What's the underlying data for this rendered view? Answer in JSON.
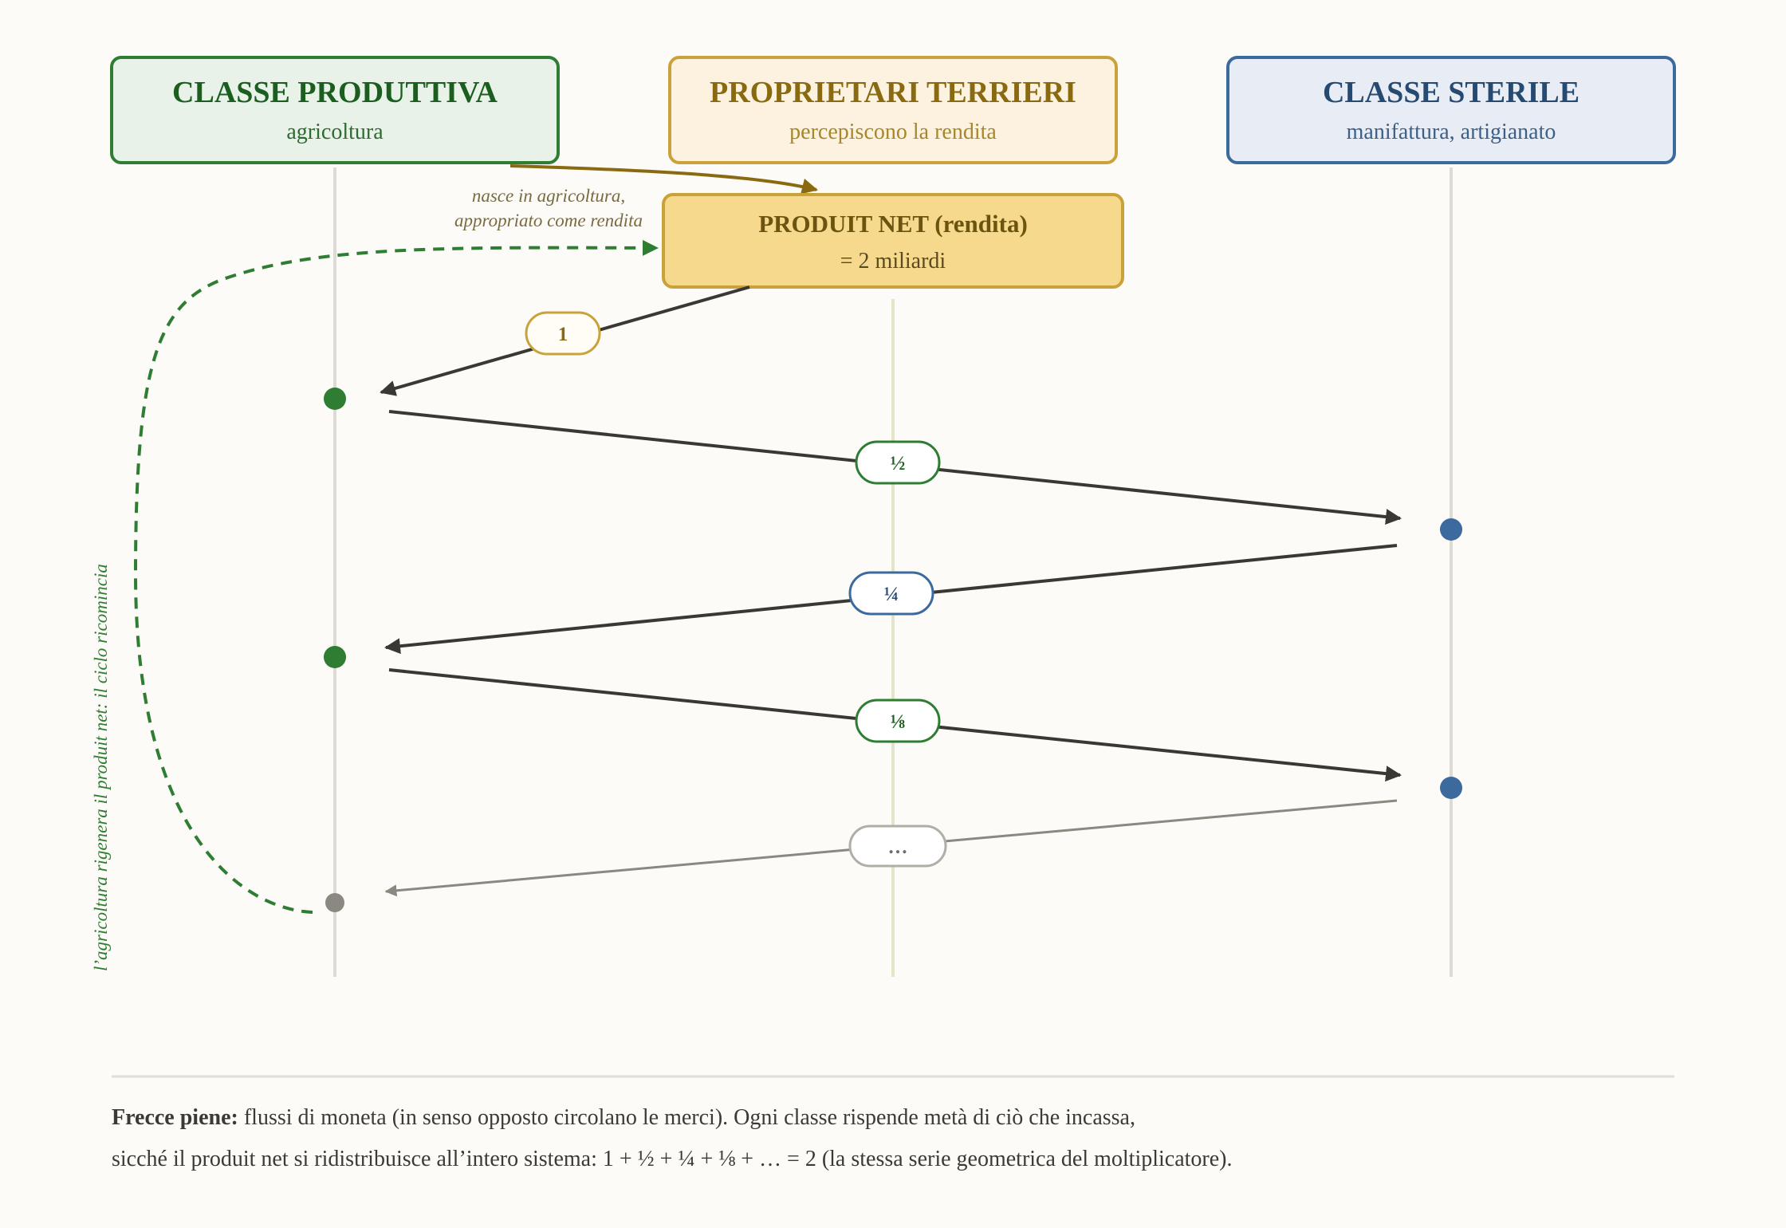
{
  "classes": {
    "produttiva": {
      "title": "CLASSE PRODUTTIVA",
      "subtitle": "agricoltura"
    },
    "proprietari": {
      "title": "PROPRIETARI TERRIERI",
      "subtitle": "percepiscono la rendita"
    },
    "sterile": {
      "title": "CLASSE STERILE",
      "subtitle": "manifattura, artigianato"
    }
  },
  "produit_net": {
    "title": "PRODUIT NET (rendita)",
    "value": "= 2 miliardi"
  },
  "annotations": {
    "origin_line1": "nasce in agricoltura,",
    "origin_line2": "appropriato come rendita",
    "cycle": "l’agricoltura rigenera il produit net: il ciclo ricomincia"
  },
  "flows": [
    {
      "label": "1"
    },
    {
      "label": "½"
    },
    {
      "label": "¼"
    },
    {
      "label": "⅛"
    },
    {
      "label": "…"
    }
  ],
  "caption": {
    "bold": "Frecce piene:",
    "line1": " flussi di moneta (in senso opposto circolano le merci). Ogni classe rispende metà di ciò che incassa,",
    "line2": "sicché il produit net si ridistribuisce all’intero sistema: 1 + ½ + ¼ + ⅛ + … = 2 (la stessa serie geometrica del moltiplicatore)."
  },
  "colors": {
    "green": "#2e7d32",
    "green_text": "#1b5e20",
    "gold": "#c9a23a",
    "gold_text": "#8a6a10",
    "blue": "#3c6a9e",
    "blue_text": "#264a72",
    "arrow": "#3a3833",
    "arrow_faded": "#8a8880"
  }
}
